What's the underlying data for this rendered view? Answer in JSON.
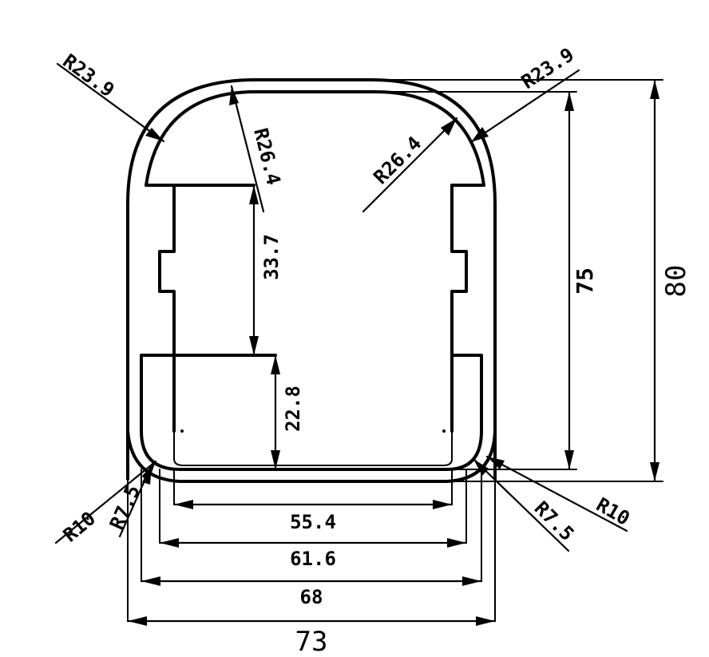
{
  "dimensions": {
    "overall_width": "73",
    "outer_width": "68",
    "inner_width": "61.6",
    "channel_width": "55.4",
    "overall_height": "80",
    "inner_height": "75",
    "cavity_height": "33.7",
    "lower_height": "22.8",
    "outer_top_radius_left": "R23.9",
    "outer_top_radius_right": "R23.9",
    "inner_top_radius_left": "R26.4",
    "inner_top_radius_right": "R26.4",
    "bottom_radius_left_outer": "R10",
    "bottom_radius_left_inner": "R7.5",
    "bottom_radius_right_outer": "R10",
    "bottom_radius_right_inner": "R7.5"
  }
}
